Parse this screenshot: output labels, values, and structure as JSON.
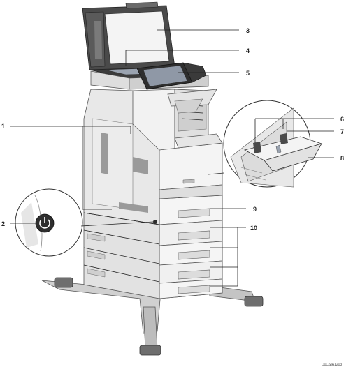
{
  "callouts": {
    "c1": "1",
    "c2": "2",
    "c3": "3",
    "c4": "4",
    "c5": "5",
    "c6": "6",
    "c7": "7",
    "c8": "8",
    "c9": "9",
    "c10": "10"
  },
  "figure_code": "D0CSIA1203",
  "colors": {
    "body_light": "#f2f2f2",
    "body_mid": "#d9d9d9",
    "body_shade": "#b8b8b8",
    "dark": "#4a4a4a",
    "panel": "#2e2e2e",
    "outline": "#555555",
    "highlight": "#9aa3b0"
  },
  "icons": {
    "power": "power-icon"
  }
}
